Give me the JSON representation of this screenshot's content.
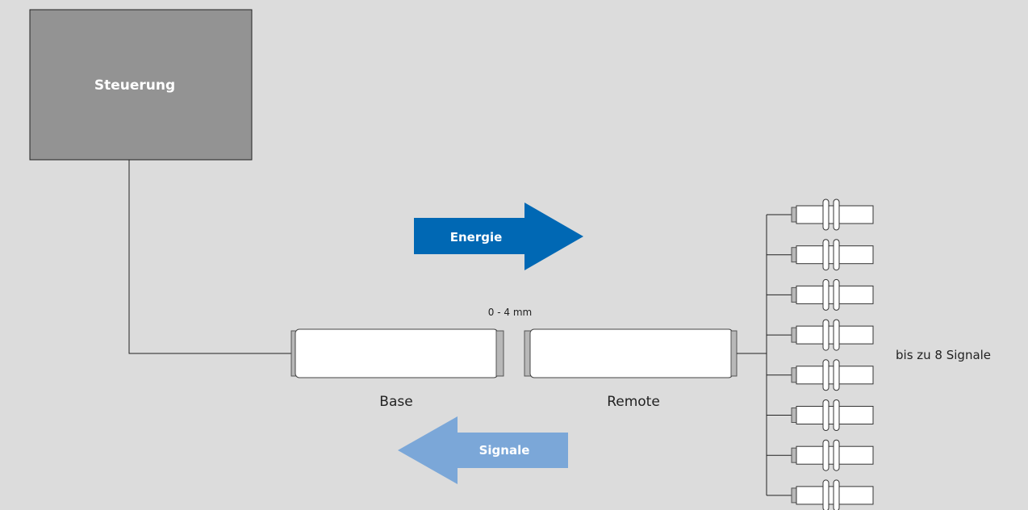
{
  "controller": {
    "label": "Steuerung"
  },
  "energy_arrow": {
    "label": "Energie"
  },
  "signal_arrow": {
    "label": "Signale"
  },
  "gap": {
    "label": "0 - 4 mm"
  },
  "base": {
    "label": "Base"
  },
  "remote": {
    "label": "Remote"
  },
  "sensors": {
    "count": 8,
    "label": "bis zu 8 Signale"
  },
  "colors": {
    "background": "#dcdcdc",
    "controller_fill": "#939393",
    "energy_arrow": "#0068b4",
    "signal_arrow": "#7ba7d8",
    "module_fill": "#ffffff",
    "end_cap": "#b8b8b8",
    "line": "#222222"
  }
}
